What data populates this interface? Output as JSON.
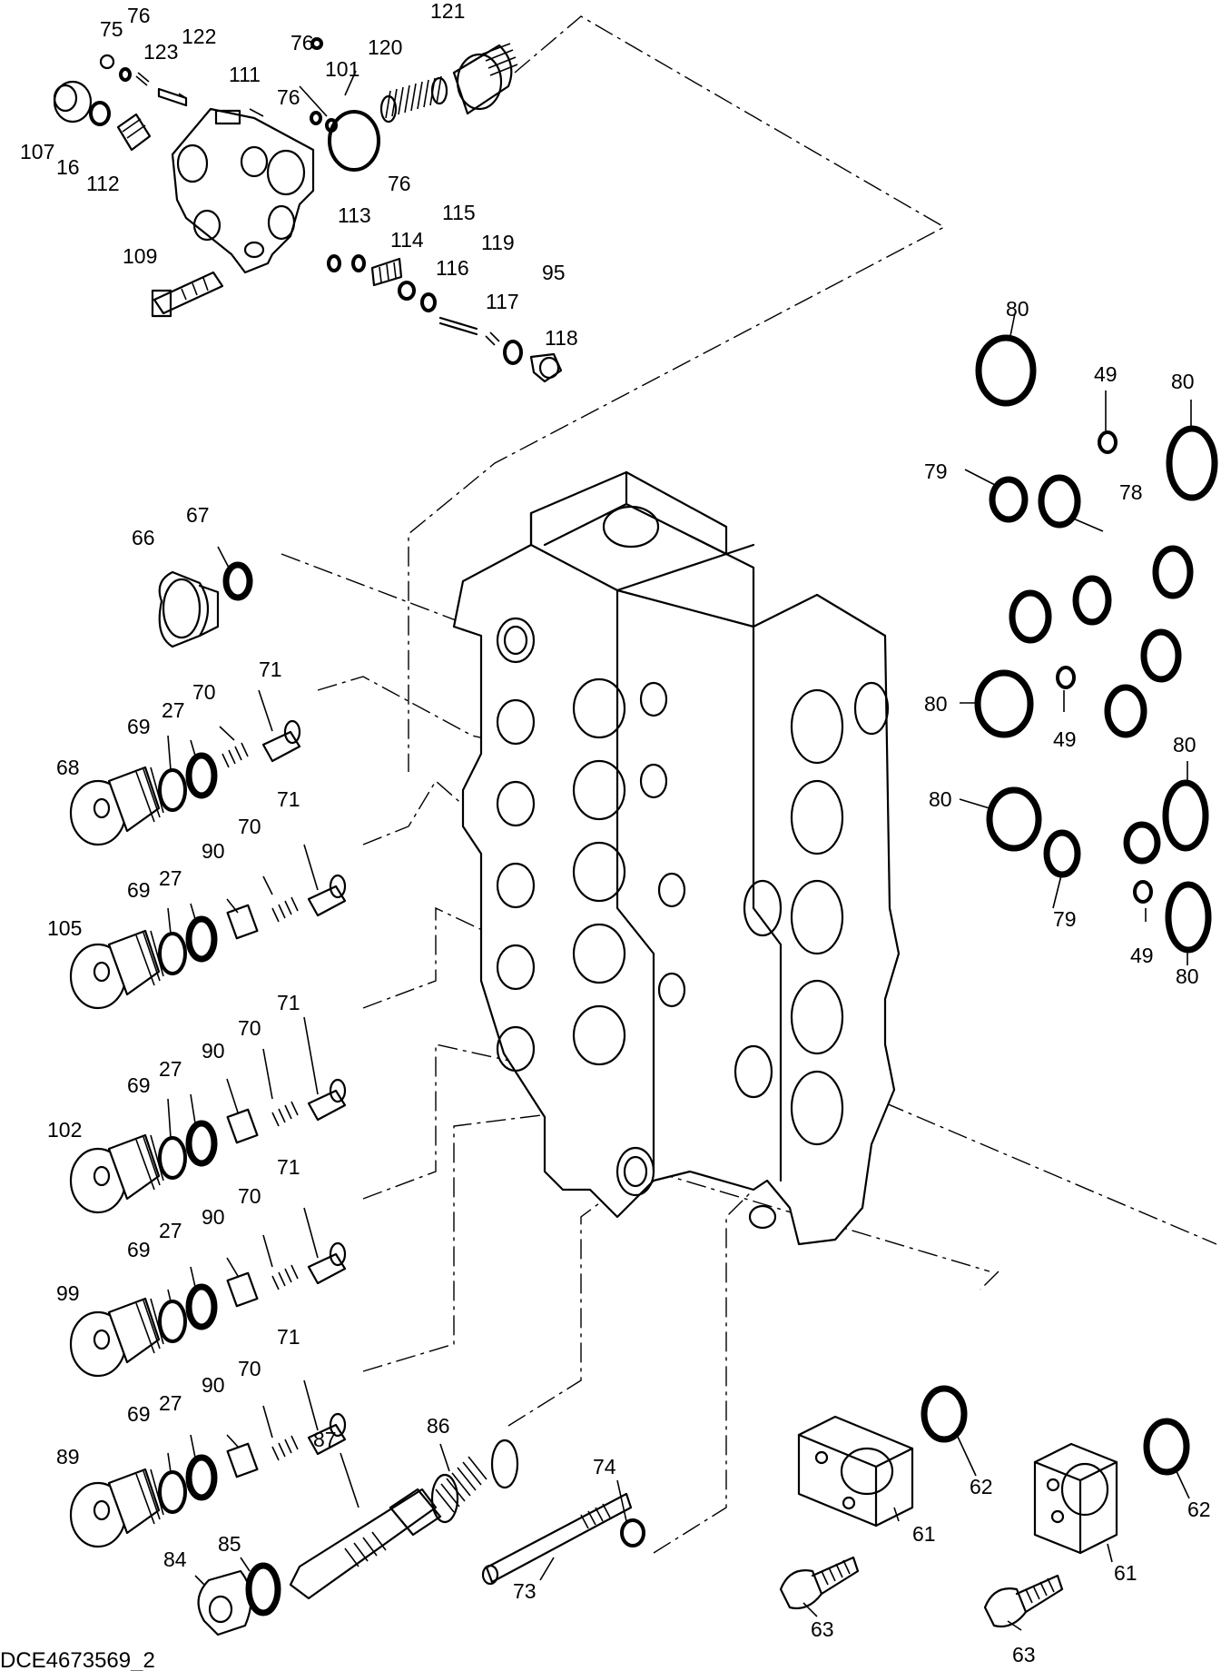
{
  "drawing_code": "DCE4673569_2",
  "labels": {
    "l75": "75",
    "l76a": "76",
    "l123": "123",
    "l122": "122",
    "l111": "111",
    "l76b": "76",
    "l101": "101",
    "l120": "120",
    "l121": "121",
    "l76c": "76",
    "l107": "107",
    "l16": "16",
    "l112": "112",
    "l113": "113",
    "l76d": "76",
    "l115": "115",
    "l114": "114",
    "l116": "116",
    "l119": "119",
    "l95": "95",
    "l117": "117",
    "l118": "118",
    "l109": "109",
    "l80a": "80",
    "l49a": "49",
    "l80b": "80",
    "l79a": "79",
    "l78": "78",
    "l80c": "80",
    "l49b": "49",
    "l80d": "80",
    "l80e": "80",
    "l79b": "79",
    "l49c": "49",
    "l80f": "80",
    "l66": "66",
    "l67": "67",
    "l71a": "71",
    "l70a": "70",
    "l27a": "27",
    "l69a": "69",
    "l68": "68",
    "l71b": "71",
    "l70b": "70",
    "l90a": "90",
    "l27b": "27",
    "l69b": "69",
    "l105": "105",
    "l71c": "71",
    "l70c": "70",
    "l90b": "90",
    "l27c": "27",
    "l69c": "69",
    "l102": "102",
    "l71d": "71",
    "l70d": "70",
    "l90c": "90",
    "l27d": "27",
    "l69d": "69",
    "l99": "99",
    "l71e": "71",
    "l70e": "70",
    "l90d": "90",
    "l27e": "27",
    "l69e": "69",
    "l89": "89",
    "l86": "86",
    "l87": "87",
    "l85": "85",
    "l84": "84",
    "l74": "74",
    "l73": "73",
    "l62a": "62",
    "l61a": "61",
    "l63a": "63",
    "l62b": "62",
    "l61b": "61",
    "l63b": "63"
  }
}
